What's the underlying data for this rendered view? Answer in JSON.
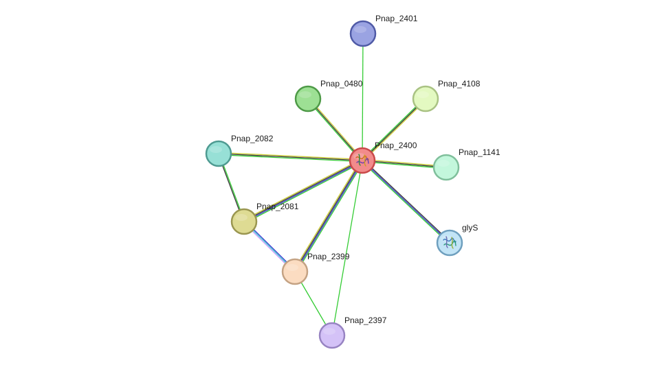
{
  "network": {
    "nodes": [
      {
        "id": "Pnap_2400",
        "label": "Pnap_2400",
        "fill": "#f28b8b",
        "stroke": "#c94a4a",
        "highlight": true,
        "icon": "protein-structure-icon"
      },
      {
        "id": "Pnap_2401",
        "label": "Pnap_2401",
        "fill": "#9aa3e2",
        "stroke": "#4f5aa6"
      },
      {
        "id": "Pnap_0480",
        "label": "Pnap_0480",
        "fill": "#9de094",
        "stroke": "#4e9a47"
      },
      {
        "id": "Pnap_4108",
        "label": "Pnap_4108",
        "fill": "#e3f9c1",
        "stroke": "#a9c283"
      },
      {
        "id": "Pnap_2082",
        "label": "Pnap_2082",
        "fill": "#97e0d6",
        "stroke": "#4e9a91"
      },
      {
        "id": "Pnap_1141",
        "label": "Pnap_1141",
        "fill": "#c3f7dc",
        "stroke": "#7fbf9b"
      },
      {
        "id": "Pnap_2081",
        "label": "Pnap_2081",
        "fill": "#dedb93",
        "stroke": "#9a9650"
      },
      {
        "id": "glyS",
        "label": "glyS",
        "fill": "#c2e4f6",
        "stroke": "#6e9fbe",
        "icon": "protein-structure-icon"
      },
      {
        "id": "Pnap_2399",
        "label": "Pnap_2399",
        "fill": "#fbdcc1",
        "stroke": "#c4a283"
      },
      {
        "id": "Pnap_2397",
        "label": "Pnap_2397",
        "fill": "#d4c2f7",
        "stroke": "#9783c2"
      }
    ],
    "edges": [
      {
        "source": "Pnap_2400",
        "target": "Pnap_2401",
        "colors": [
          "#33cc33"
        ]
      },
      {
        "source": "Pnap_2400",
        "target": "Pnap_0480",
        "colors": [
          "#33cc33",
          "#333333",
          "#cccc33"
        ]
      },
      {
        "source": "Pnap_2400",
        "target": "Pnap_4108",
        "colors": [
          "#33cc33",
          "#333333",
          "#cccc33"
        ]
      },
      {
        "source": "Pnap_2400",
        "target": "Pnap_2082",
        "colors": [
          "#33cc33",
          "#333333",
          "#cccc33"
        ]
      },
      {
        "source": "Pnap_2400",
        "target": "Pnap_1141",
        "colors": [
          "#cccc33",
          "#333333",
          "#33cc33"
        ]
      },
      {
        "source": "Pnap_2400",
        "target": "glyS",
        "colors": [
          "#333333",
          "#3333cc",
          "#33cc33"
        ]
      },
      {
        "source": "Pnap_2400",
        "target": "Pnap_2081",
        "colors": [
          "#33cc33",
          "#3333cc",
          "#333333",
          "#cccc33"
        ]
      },
      {
        "source": "Pnap_2400",
        "target": "Pnap_2399",
        "colors": [
          "#33cc33",
          "#3333cc",
          "#333333",
          "#cccc33"
        ]
      },
      {
        "source": "Pnap_2400",
        "target": "Pnap_2397",
        "colors": [
          "#33cc33"
        ]
      },
      {
        "source": "Pnap_2082",
        "target": "Pnap_2081",
        "colors": [
          "#33cc33",
          "#333333"
        ]
      },
      {
        "source": "Pnap_2081",
        "target": "Pnap_2399",
        "colors": [
          "#3333cc",
          "#33cccc",
          "#cc99ff"
        ]
      },
      {
        "source": "Pnap_2399",
        "target": "Pnap_2397",
        "colors": [
          "#33cc33"
        ]
      }
    ]
  }
}
